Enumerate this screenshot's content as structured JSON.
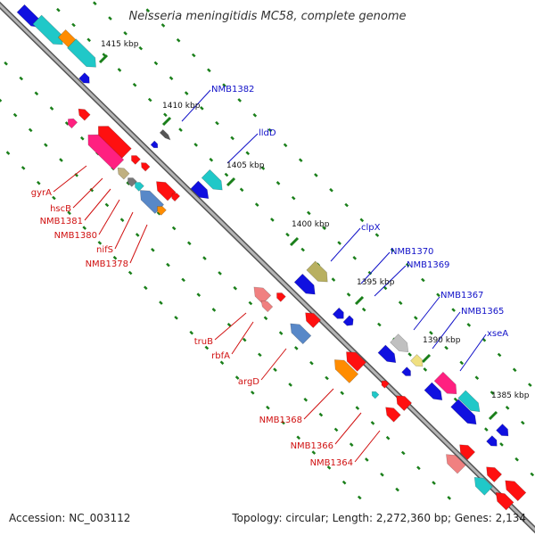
{
  "title": "Neisseria meningitidis MC58, complete genome",
  "footer": {
    "accession": "Accession: NC_003112",
    "topology": "Topology: circular; Length: 2,272,360 bp; Genes: 2,134"
  },
  "colors": {
    "backbone": "#8a8a8a",
    "tick": "#1a7f1a",
    "label_forward": "#1010c8",
    "label_reverse": "#d01010"
  },
  "kbp_labels": [
    "1415 kbp",
    "1410 kbp",
    "1405 kbp",
    "1400 kbp",
    "1395 kbp",
    "1390 kbp",
    "1385 kbp"
  ],
  "labels_forward": [
    "NMB1382",
    "lldD",
    "clpX",
    "NMB1370",
    "NMB1369",
    "NMB1367",
    "NMB1365",
    "xseA"
  ],
  "labels_reverse": [
    "gyrA",
    "hscB",
    "NMB1381",
    "NMB1380",
    "nifS",
    "NMB1378",
    "truB",
    "rbfA",
    "argD",
    "NMB1368",
    "NMB1366",
    "NMB1364"
  ]
}
